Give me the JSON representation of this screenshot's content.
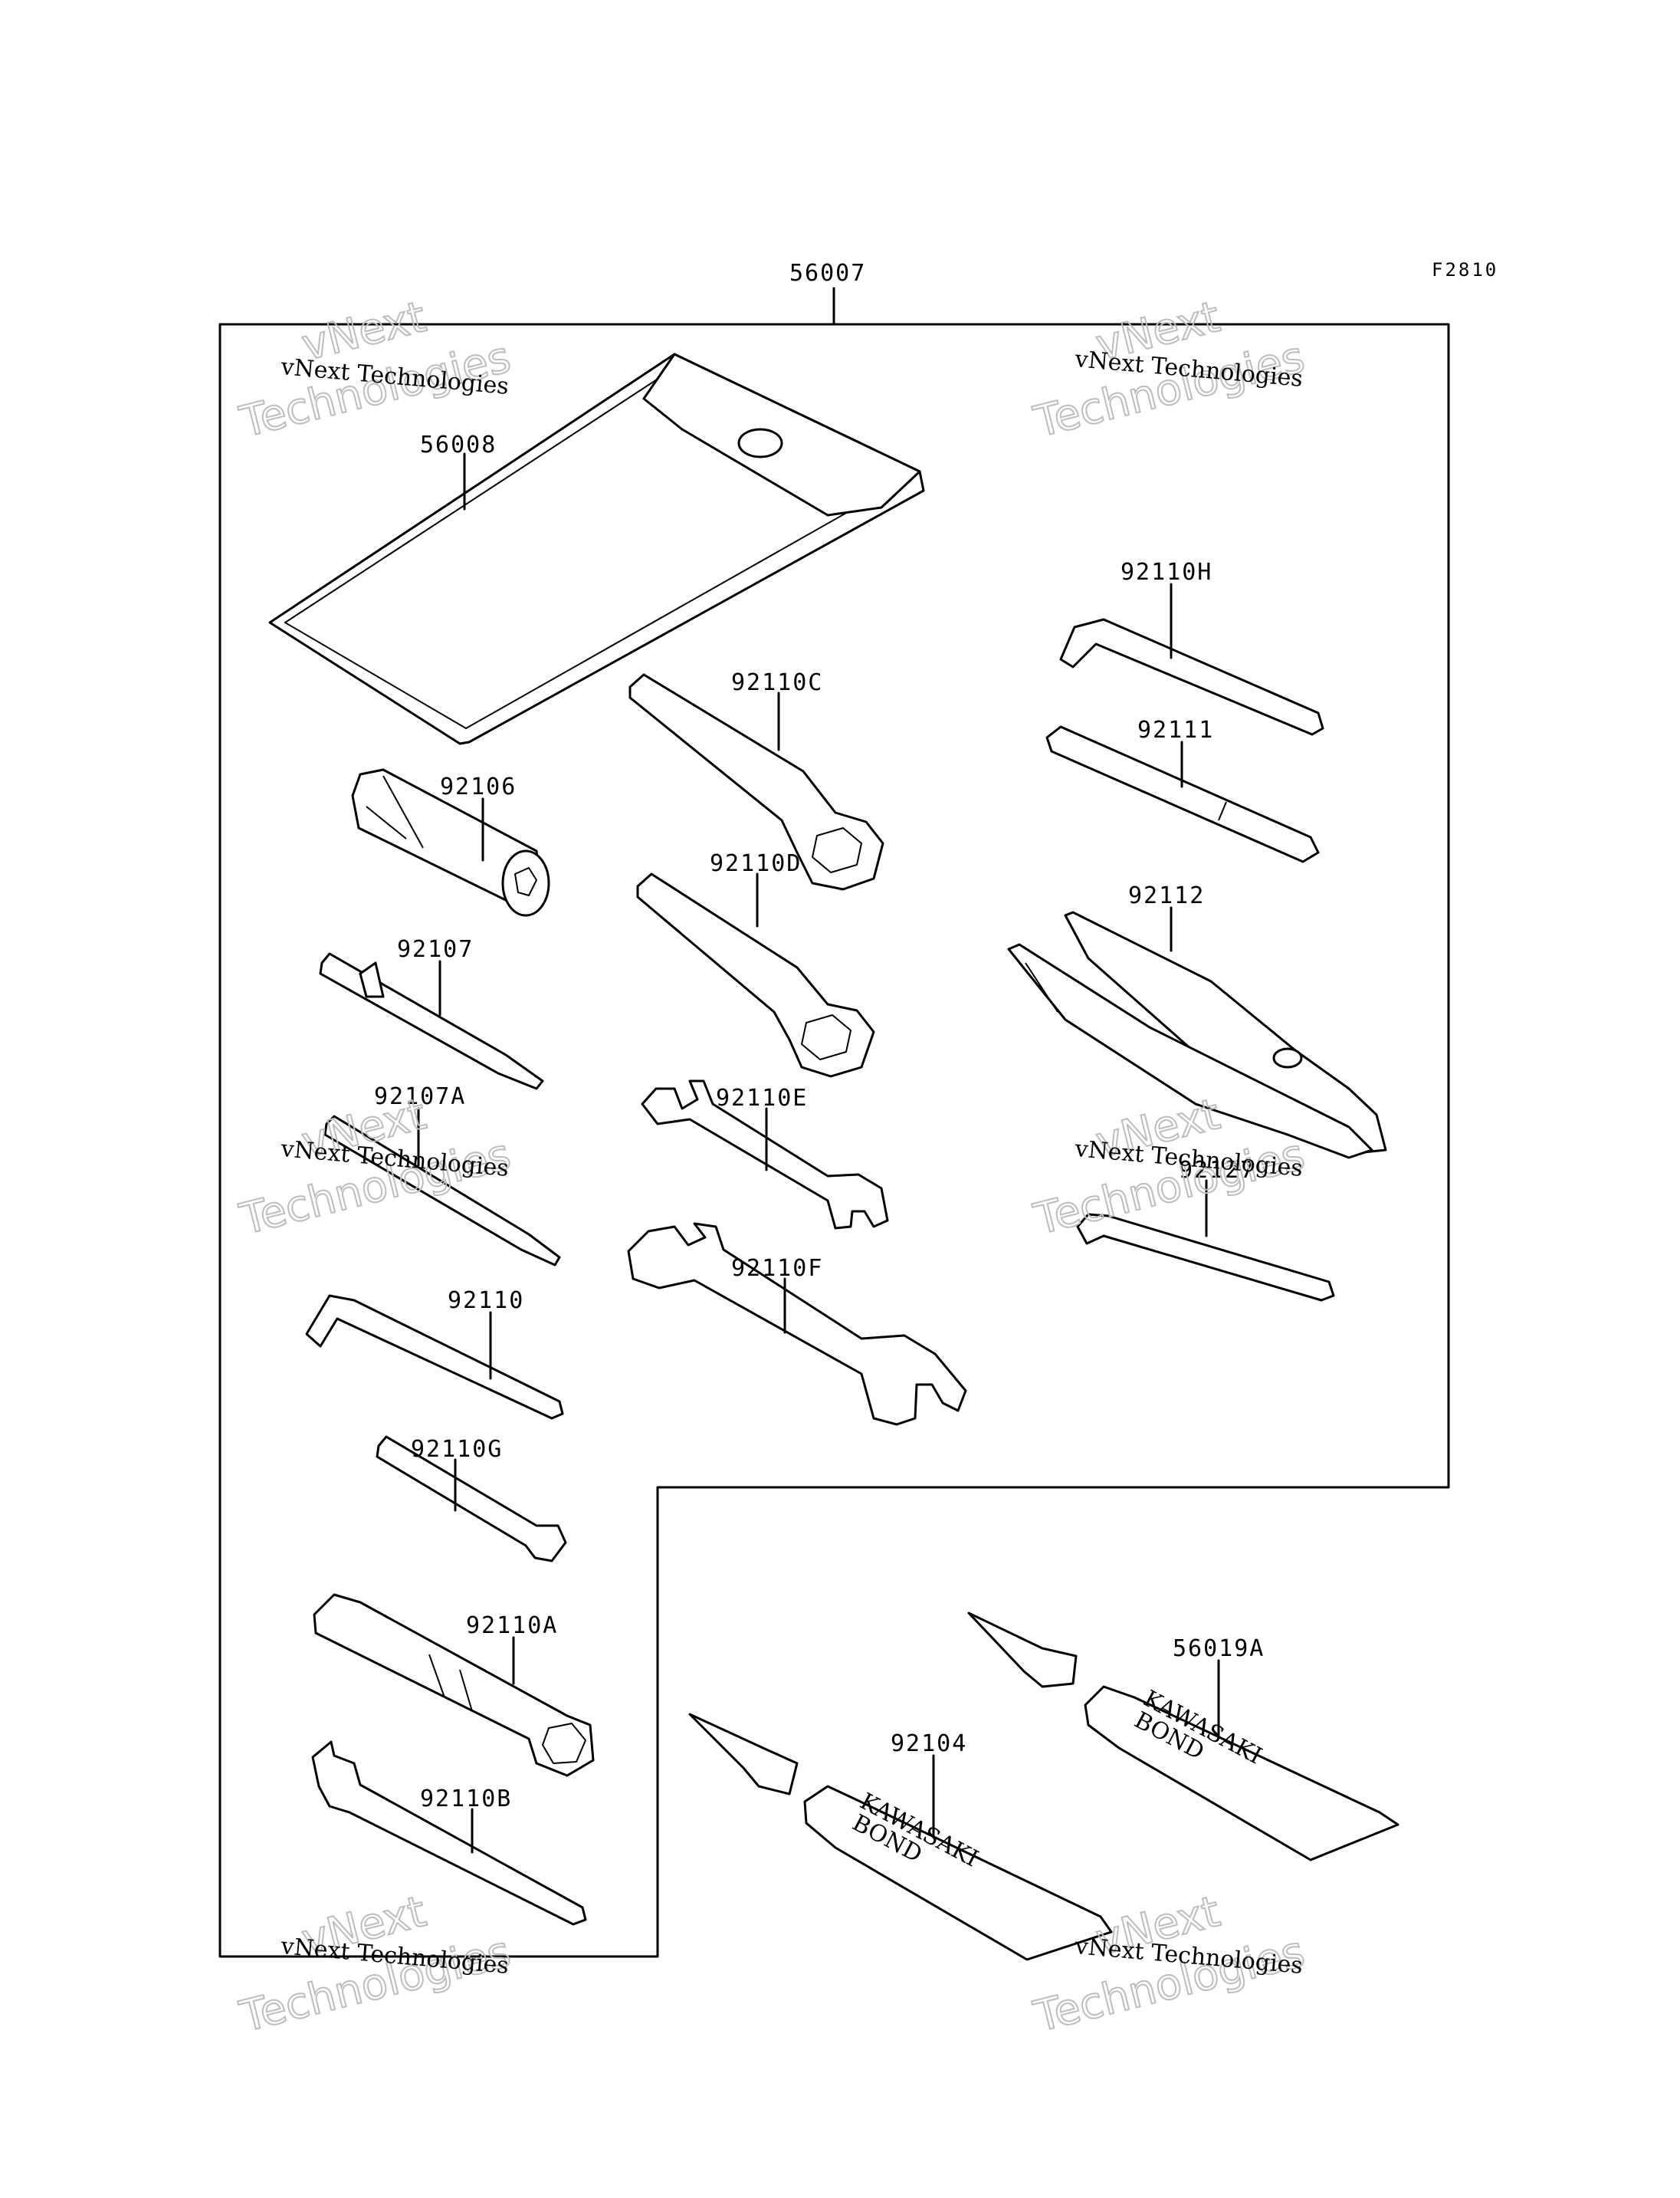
{
  "figure_code": "F2810",
  "parts": {
    "kit": "56007",
    "pouch": "56008",
    "box_wrench": "92106",
    "driver": "92107",
    "driver_a": "92107A",
    "hex_92110": "92110",
    "wrench_g": "92110G",
    "plug_wrench_a": "92110A",
    "hook_wrench_b": "92110B",
    "ring_wrench_c": "92110C",
    "ring_wrench_d": "92110D",
    "open_wrench_e": "92110E",
    "open_wrench_f": "92110F",
    "hex_h": "92110H",
    "handle": "92111",
    "pliers": "92112",
    "hex_92127": "92127",
    "bond_92104": "92104",
    "bond_56019a": "56019A"
  },
  "tube_text": {
    "line1": "KAWASAKI",
    "line2": "BOND"
  },
  "watermark": {
    "small": "vNext Technologies",
    "line1": "vNext",
    "line2": "Technologies"
  }
}
